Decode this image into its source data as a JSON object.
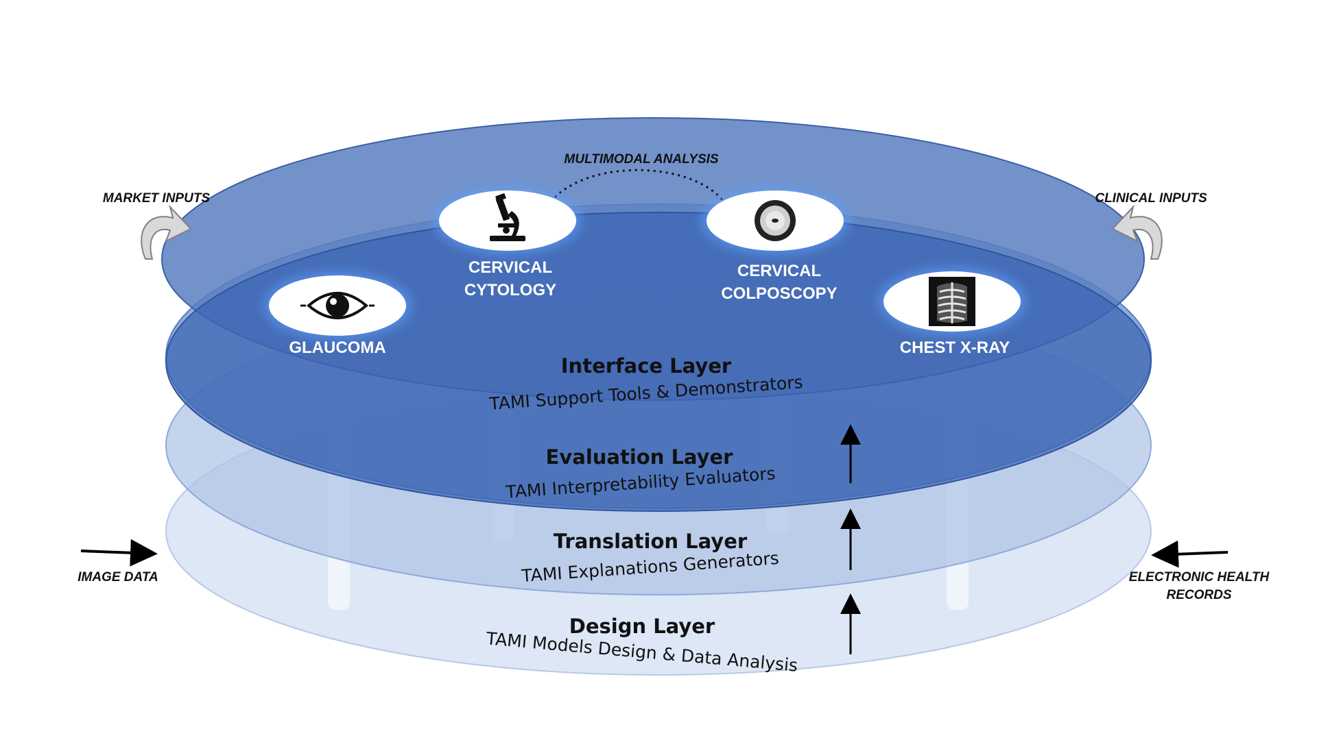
{
  "multimodal_label": "MULTIMODAL ANALYSIS",
  "market_inputs": "MARKET INPUTS",
  "clinical_inputs": "CLINICAL INPUTS",
  "image_data": "IMAGE DATA",
  "ehr": [
    "ELECTRONIC HEALTH",
    "RECORDS"
  ],
  "modalities": {
    "glaucoma": "GLAUCOMA",
    "cytology": [
      "CERVICAL",
      "CYTOLOGY"
    ],
    "colposcopy": [
      "CERVICAL",
      "COLPOSCOPY"
    ],
    "chest": "CHEST X-RAY"
  },
  "layers": [
    {
      "title": "Interface Layer",
      "subtitle": "TAMI Support Tools & Demonstrators"
    },
    {
      "title": "Evaluation Layer",
      "subtitle": "TAMI Interpretability Evaluators"
    },
    {
      "title": "Translation Layer",
      "subtitle": "TAMI Explanations Generators"
    },
    {
      "title": "Design Layer",
      "subtitle": "TAMI Models Design & Data Analysis"
    }
  ],
  "colors": {
    "top_disc": "#4a6fb5",
    "interface": "#3f67b3",
    "evaluation": "#6e93d2",
    "translation": "#aec3e6",
    "design": "#dce6f4"
  }
}
